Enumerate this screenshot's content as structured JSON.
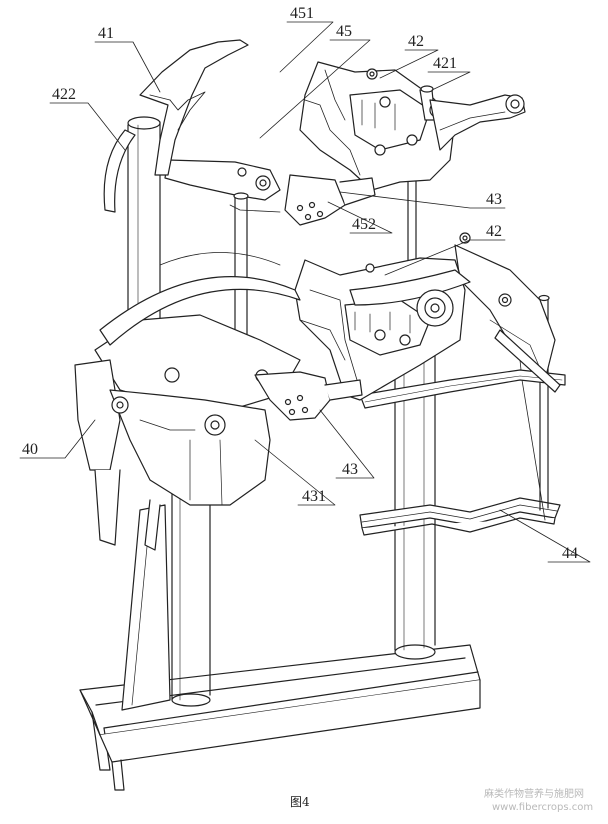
{
  "figure": {
    "caption": "图4",
    "watermark_line1": "麻类作物营养与施肥网",
    "watermark_line2": "www.fibercrops.com"
  },
  "labels": {
    "l41": "41",
    "l451": "451",
    "l45": "45",
    "l42_top": "42",
    "l421": "421",
    "l422": "422",
    "l43_top": "43",
    "l452": "452",
    "l42_mid": "42",
    "l40": "40",
    "l43_bottom": "43",
    "l431": "431",
    "l44": "44"
  }
}
